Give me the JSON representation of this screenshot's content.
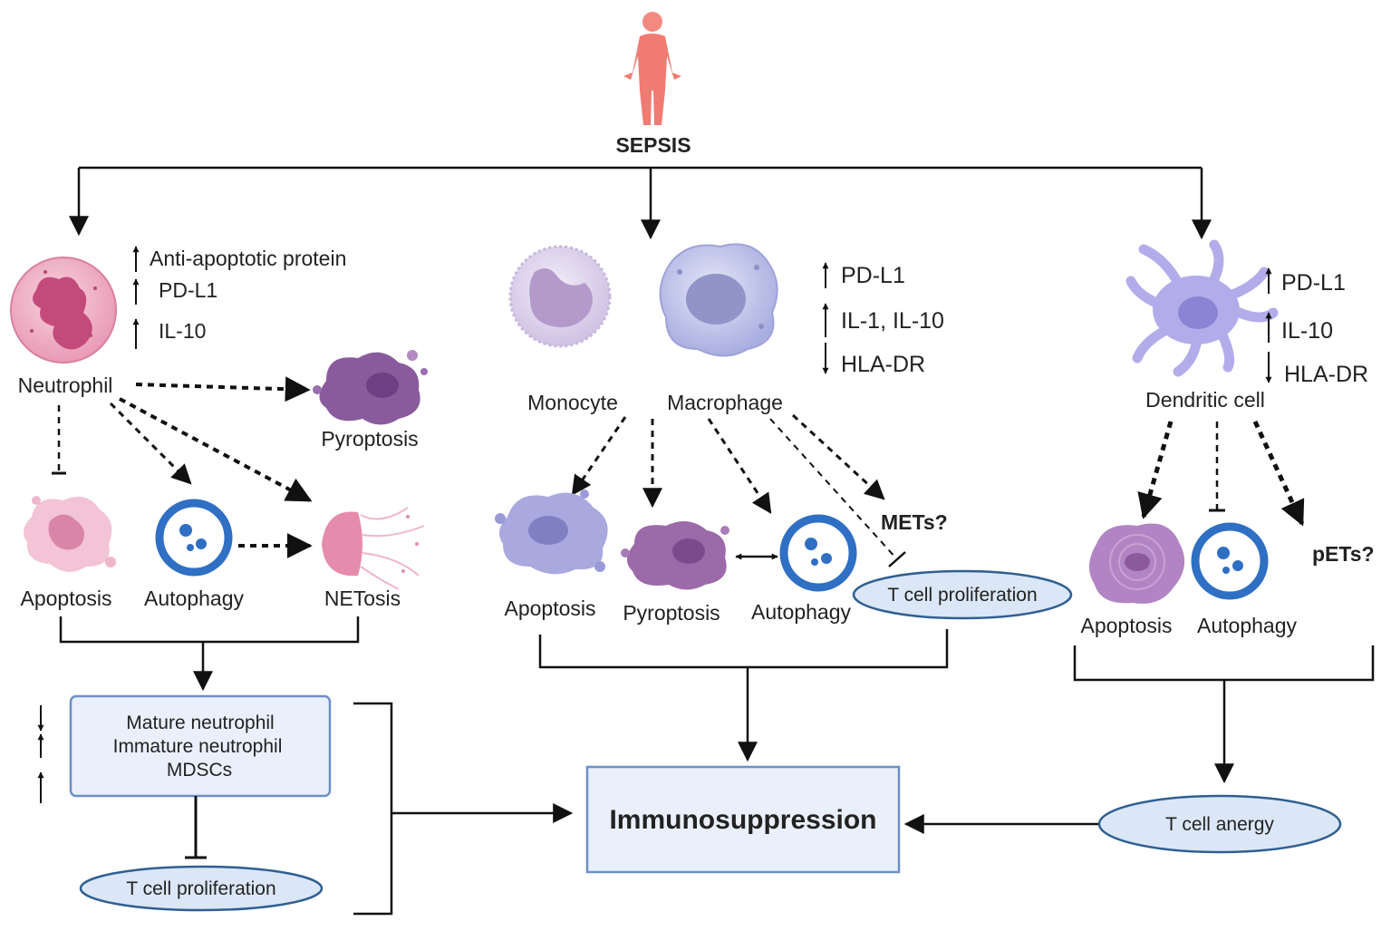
{
  "title": "SEPSIS",
  "neutrophil": {
    "name": "Neutrophil",
    "markers": [
      "Anti-apoptotic protein",
      "PD-L1",
      "IL-10"
    ],
    "fates": {
      "pyroptosis": "Pyroptosis",
      "apoptosis": "Apoptosis",
      "autophagy": "Autophagy",
      "netosis": "NETosis"
    },
    "populations": [
      "Mature neutrophil",
      "Immature neutrophil",
      "MDSCs"
    ],
    "tcell": "T cell proliferation"
  },
  "macrophage_branch": {
    "monocyte": "Monocyte",
    "macrophage": "Macrophage",
    "markers": [
      "PD-L1",
      "IL-1, IL-10",
      "HLA-DR"
    ],
    "fates": {
      "apoptosis": "Apoptosis",
      "pyroptosis": "Pyroptosis",
      "autophagy": "Autophagy"
    },
    "mets": "METs?",
    "tcell": "T cell proliferation"
  },
  "dendritic": {
    "name": "Dendritic cell",
    "markers": [
      "PD-L1",
      "IL-10",
      "HLA-DR"
    ],
    "fates": {
      "apoptosis": "Apoptosis",
      "autophagy": "Autophagy"
    },
    "pets": "pETs?",
    "tcell": "T cell anergy"
  },
  "outcome": "Immunosuppression",
  "colors": {
    "neutrophil": "#e9a6bd",
    "neutrophil_nucleus": "#c24f7c",
    "monocyte": "#ddd2ec",
    "macrophage": "#b9bde6",
    "dendritic": "#b3acea",
    "pyroptosis": "#8c5a9c",
    "autophagy_ring": "#2f6fc4",
    "box_fill": "#eaf0fb",
    "box_stroke": "#6d8fc8",
    "ellipse_fill": "#dbe7f6",
    "ellipse_stroke": "#2f5f92"
  }
}
